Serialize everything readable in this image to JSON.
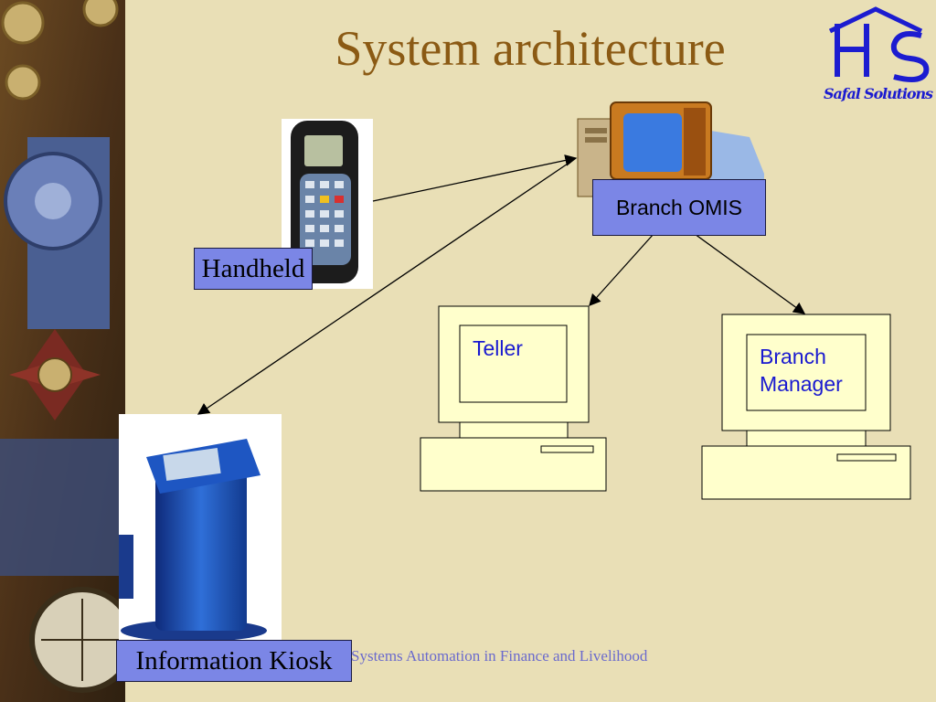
{
  "slide": {
    "title": "System architecture",
    "footer": "Systems Automation in Finance and Livelihood"
  },
  "logo": {
    "brand": "Safal Solutions"
  },
  "nodes": {
    "handheld": "Handheld",
    "kiosk": "Information Kiosk",
    "omis": "Branch OMIS",
    "teller": "Teller",
    "manager_line1": "Branch",
    "manager_line2": "Manager"
  },
  "colors": {
    "background": "#e9dfb6",
    "title": "#8b5a14",
    "label_fill": "#7b86e6",
    "screen_text": "#1a1ad0",
    "terminal_fill": "#ffffcc",
    "footer": "#6a6acd"
  }
}
